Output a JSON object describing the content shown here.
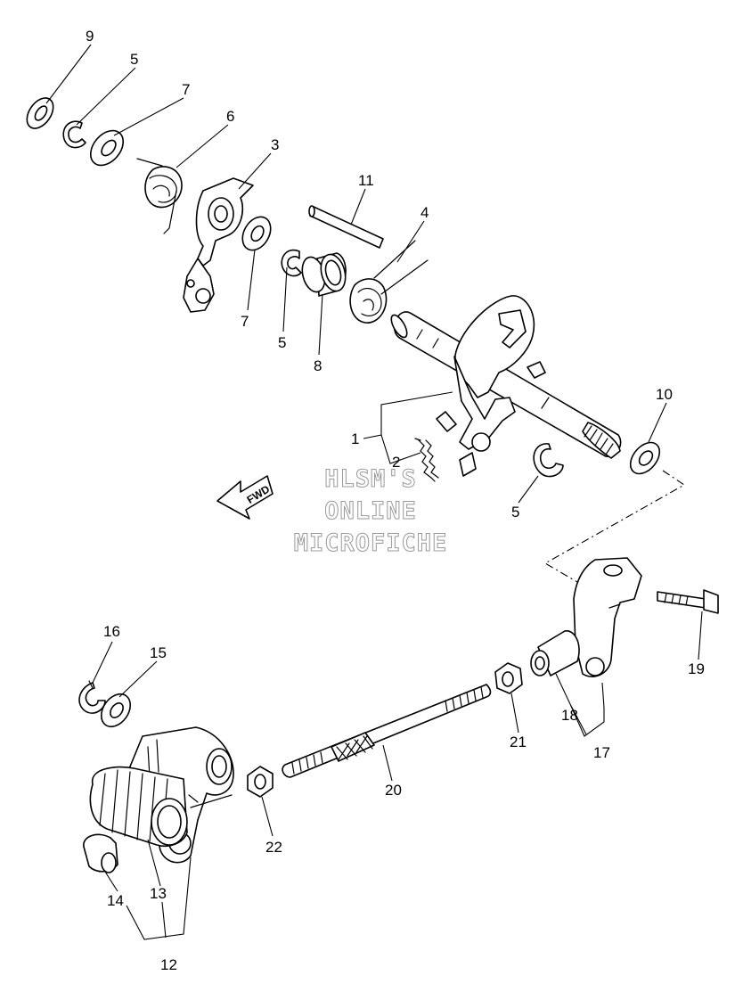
{
  "watermark": {
    "line1": "HLSM'S",
    "line2": "ONLINE",
    "line3": "MICROFICHE"
  },
  "direction_indicator": {
    "label": "FWD"
  },
  "callouts": {
    "c1": "1",
    "c2": "2",
    "c3": "3",
    "c4": "4",
    "c5a": "5",
    "c5b": "5",
    "c5c": "5",
    "c6": "6",
    "c7a": "7",
    "c7b": "7",
    "c8": "8",
    "c9": "9",
    "c10": "10",
    "c11": "11",
    "c12": "12",
    "c13": "13",
    "c14": "14",
    "c15": "15",
    "c16": "16",
    "c17": "17",
    "c18": "18",
    "c19": "19",
    "c20": "20",
    "c21": "21",
    "c22": "22"
  }
}
